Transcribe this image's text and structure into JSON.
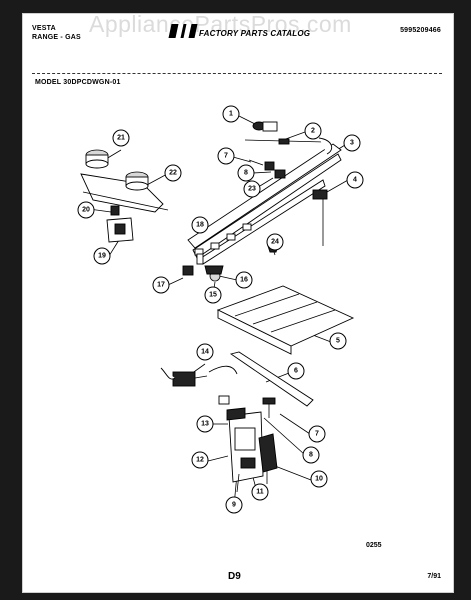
{
  "watermark": "AppliancePartsPros.com",
  "header": {
    "brand": "VESTA",
    "product": "RANGE - GAS",
    "catalog_title": "FACTORY PARTS CATALOG",
    "part_number": "5995209466",
    "model": "MODEL 30DPCDWGN-01"
  },
  "callouts": [
    {
      "label": "1"
    },
    {
      "label": "2"
    },
    {
      "label": "3"
    },
    {
      "label": "4"
    },
    {
      "label": "5"
    },
    {
      "label": "6"
    },
    {
      "label": "7"
    },
    {
      "label": "7"
    },
    {
      "label": "8"
    },
    {
      "label": "8"
    },
    {
      "label": "9"
    },
    {
      "label": "10"
    },
    {
      "label": "11"
    },
    {
      "label": "12"
    },
    {
      "label": "13"
    },
    {
      "label": "14"
    },
    {
      "label": "15"
    },
    {
      "label": "16"
    },
    {
      "label": "17"
    },
    {
      "label": "18"
    },
    {
      "label": "19"
    },
    {
      "label": "20"
    },
    {
      "label": "21"
    },
    {
      "label": "22"
    },
    {
      "label": "23"
    },
    {
      "label": "24"
    }
  ],
  "footer": {
    "page": "D9",
    "date": "7/91",
    "drawing_code": "0255"
  }
}
